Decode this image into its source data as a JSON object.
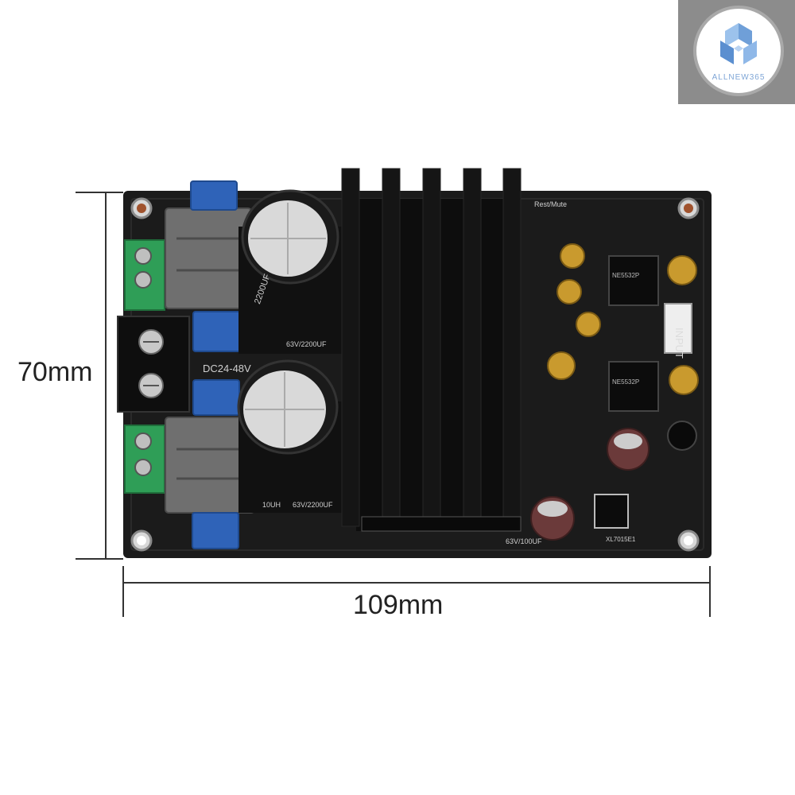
{
  "dimensions": {
    "height_label": "70mm",
    "width_label": "109mm"
  },
  "watermark": {
    "brand": "ALLNEW365"
  },
  "board_markings": {
    "input_label": "INPUT",
    "power_label": "DC24-48V",
    "cap_label_top": "63V/2200UF",
    "cap_label_bottom": "63V/2200UF",
    "cap_small_label": "63V/100UF",
    "reset_label": "Rest/Mute",
    "chip_top": "NE5532P",
    "chip_bottom": "NE5532P",
    "regulator_label": "XL7015E1",
    "inductor_label": "10UH",
    "cap_big_text": "2200UF"
  },
  "colors": {
    "pcb": "#1b1b1b",
    "heatsink": "#0d0d0d",
    "terminal_green": "#2f9e57",
    "cap_silver": "#d9d9d9",
    "cap_blue": "#2f63b8",
    "capacitor_gold": "#c99a2e",
    "inductor_gray": "#6f6f6f",
    "watermark_bg": "#8c8c8c"
  }
}
